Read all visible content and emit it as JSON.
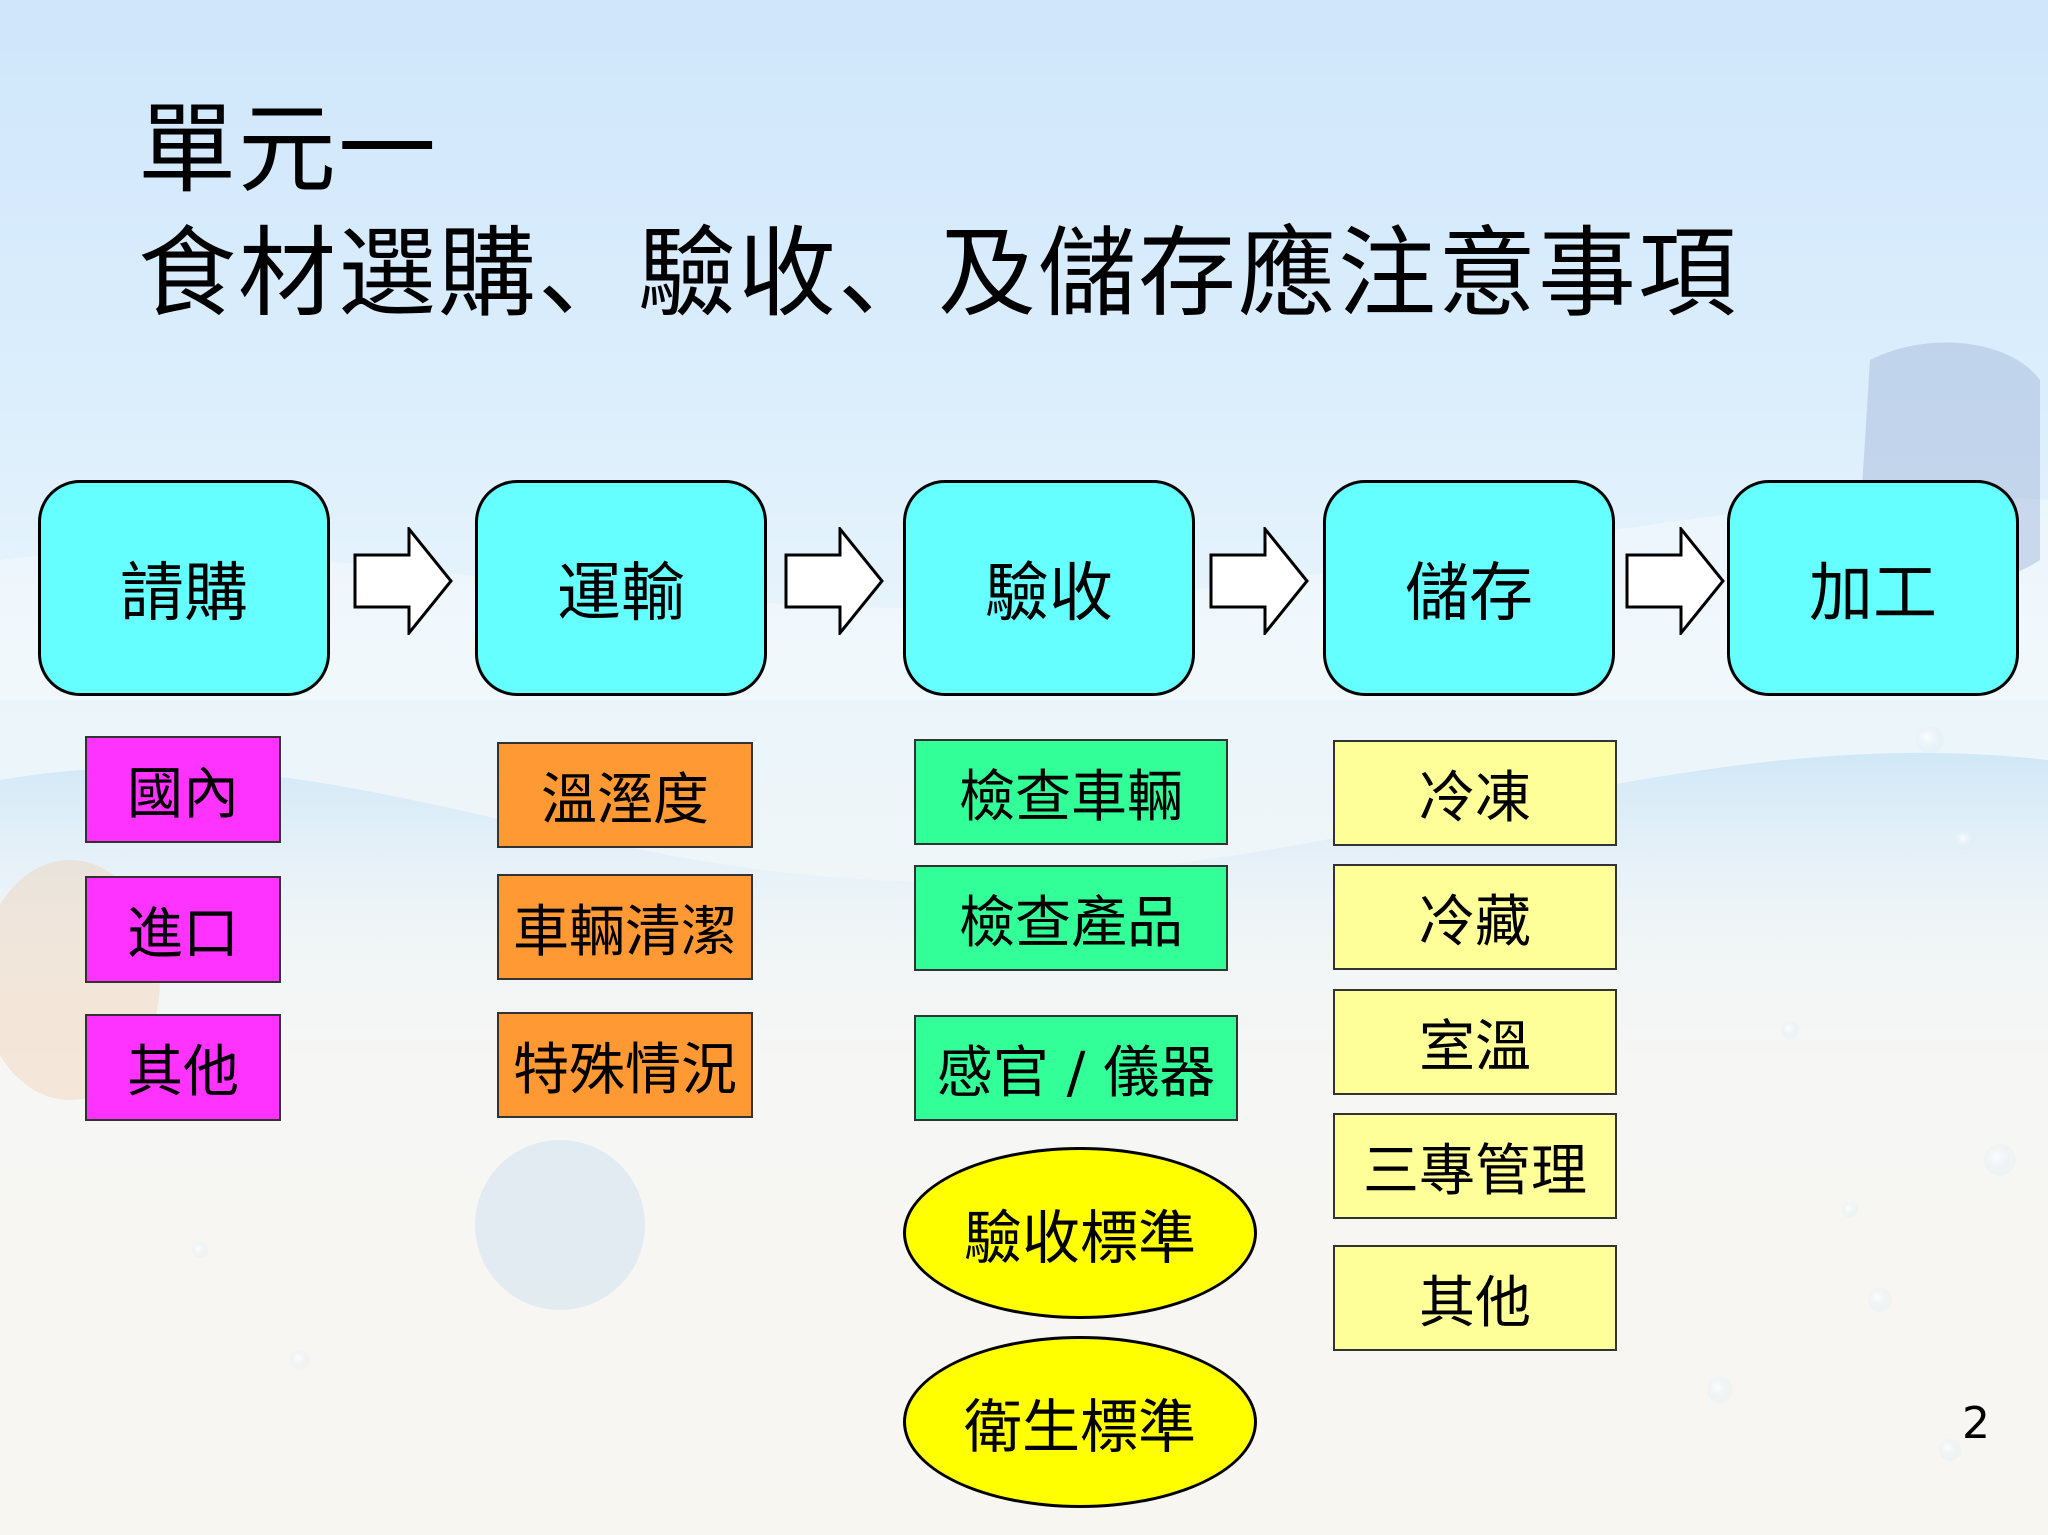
{
  "title": {
    "line1": "單元一",
    "line2": "食材選購、驗收、及儲存應注意事項"
  },
  "flow": {
    "steps": [
      "請購",
      "運輸",
      "驗收",
      "儲存",
      "加工"
    ]
  },
  "purchase_items": [
    "國內",
    "進口",
    "其他"
  ],
  "transport_items": [
    "溫溼度",
    "車輛清潔",
    "特殊情況"
  ],
  "inspection_items": [
    "檢查車輛",
    "檢查產品",
    "感官 / 儀器"
  ],
  "standards": [
    "驗收標準",
    "衛生標準"
  ],
  "storage_items": [
    "冷凍",
    "冷藏",
    "室溫",
    "三專管理",
    "其他"
  ],
  "colors": {
    "step_fill": "#66ffff",
    "purchase_fill": "#ff33ff",
    "transport_fill": "#ff9933",
    "inspection_fill": "#33ff99",
    "storage_fill": "#ffff99",
    "standard_fill": "#ffff00"
  },
  "page_number": "2"
}
